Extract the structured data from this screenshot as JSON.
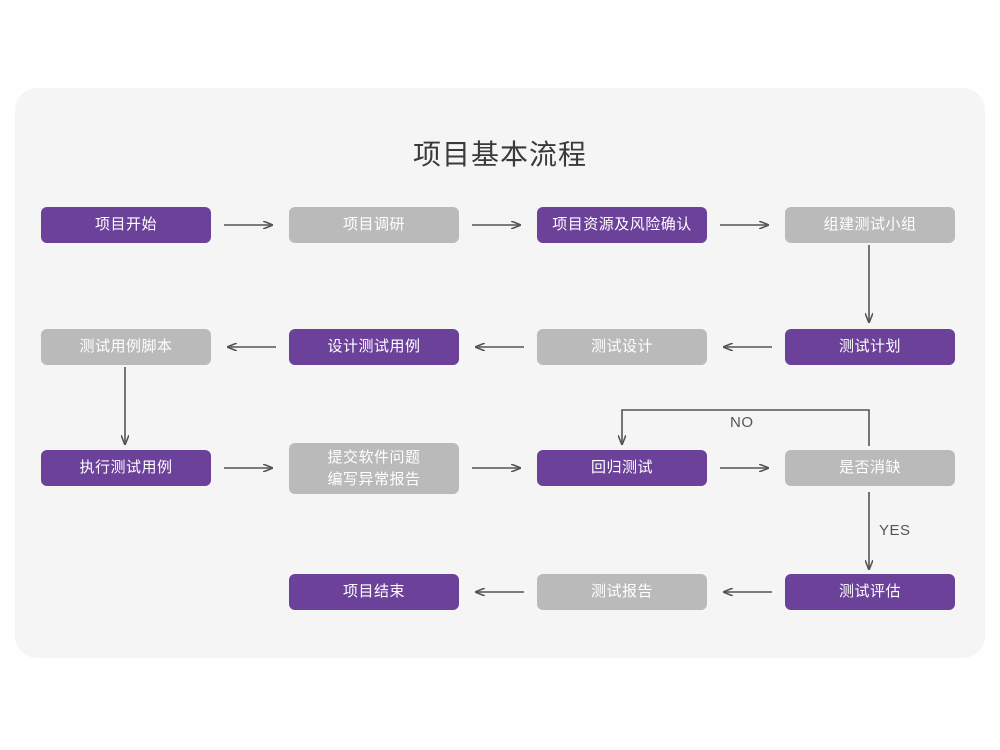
{
  "diagram": {
    "title": "项目基本流程",
    "type": "flowchart",
    "colors": {
      "background": "#ffffff",
      "card": "#f5f5f5",
      "accent_purple": "#6b4199",
      "node_gray": "#bababa",
      "node_text": "#ffffff",
      "title_text": "#3a3a3a",
      "connector": "#555555"
    },
    "nodes": [
      {
        "id": "n1",
        "label": "项目开始",
        "style": "purple",
        "row": 1,
        "col": 1
      },
      {
        "id": "n2",
        "label": "项目调研",
        "style": "gray",
        "row": 1,
        "col": 2
      },
      {
        "id": "n3",
        "label": "项目资源及风险确认",
        "style": "purple",
        "row": 1,
        "col": 3
      },
      {
        "id": "n4",
        "label": "组建测试小组",
        "style": "gray",
        "row": 1,
        "col": 4
      },
      {
        "id": "n5",
        "label": "测试用例脚本",
        "style": "gray",
        "row": 2,
        "col": 1
      },
      {
        "id": "n6",
        "label": "设计测试用例",
        "style": "purple",
        "row": 2,
        "col": 2
      },
      {
        "id": "n7",
        "label": "测试设计",
        "style": "gray",
        "row": 2,
        "col": 3
      },
      {
        "id": "n8",
        "label": "测试计划",
        "style": "purple",
        "row": 2,
        "col": 4
      },
      {
        "id": "n9",
        "label": "执行测试用例",
        "style": "purple",
        "row": 3,
        "col": 1
      },
      {
        "id": "n10",
        "label": "提交软件问题\n编写异常报告",
        "style": "gray",
        "row": 3,
        "col": 2
      },
      {
        "id": "n11",
        "label": "回归测试",
        "style": "purple",
        "row": 3,
        "col": 3
      },
      {
        "id": "n12",
        "label": "是否消缺",
        "style": "gray",
        "row": 3,
        "col": 4
      },
      {
        "id": "n13",
        "label": "项目结束",
        "style": "purple",
        "row": 4,
        "col": 2
      },
      {
        "id": "n14",
        "label": "测试报告",
        "style": "gray",
        "row": 4,
        "col": 3
      },
      {
        "id": "n15",
        "label": "测试评估",
        "style": "purple",
        "row": 4,
        "col": 4
      }
    ],
    "edges": [
      {
        "from": "n1",
        "to": "n2",
        "label": "",
        "direction": "right"
      },
      {
        "from": "n2",
        "to": "n3",
        "label": "",
        "direction": "right"
      },
      {
        "from": "n3",
        "to": "n4",
        "label": "",
        "direction": "right"
      },
      {
        "from": "n4",
        "to": "n8",
        "label": "",
        "direction": "down"
      },
      {
        "from": "n8",
        "to": "n7",
        "label": "",
        "direction": "left"
      },
      {
        "from": "n7",
        "to": "n6",
        "label": "",
        "direction": "left"
      },
      {
        "from": "n6",
        "to": "n5",
        "label": "",
        "direction": "left"
      },
      {
        "from": "n5",
        "to": "n9",
        "label": "",
        "direction": "down"
      },
      {
        "from": "n9",
        "to": "n10",
        "label": "",
        "direction": "right"
      },
      {
        "from": "n10",
        "to": "n11",
        "label": "",
        "direction": "right"
      },
      {
        "from": "n11",
        "to": "n12",
        "label": "",
        "direction": "right"
      },
      {
        "from": "n12",
        "to": "n11",
        "label": "NO",
        "direction": "loop-up-left"
      },
      {
        "from": "n12",
        "to": "n15",
        "label": "YES",
        "direction": "down"
      },
      {
        "from": "n15",
        "to": "n14",
        "label": "",
        "direction": "left"
      },
      {
        "from": "n14",
        "to": "n13",
        "label": "",
        "direction": "left"
      }
    ],
    "edge_labels": {
      "no": "NO",
      "yes": "YES"
    }
  }
}
